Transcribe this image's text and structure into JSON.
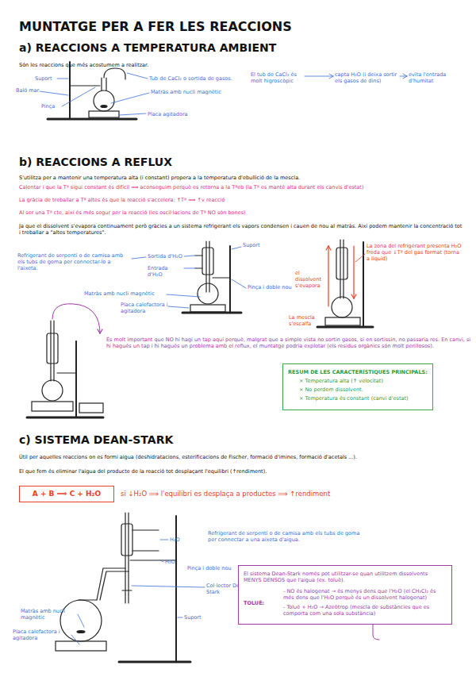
{
  "diagram": {
    "title": "MUNTATGE PER A FER LES REACCIONS",
    "nodes": [
      {
        "text": [
          "RESUM DE LES CARACTERÍSTIQUES PRINCIPALS:",
          "× Temperatura alta (↑ velocitat)",
          "× No perdem dissolvent.",
          "× Temperatura és constant (canvi d'estat)"
        ]
      },
      {
        "text": [
          "A + B ⟹ C + H₂O"
        ]
      },
      {
        "text": [
          "El sistema Dean-Stark només pot utilitzar-se quan utilitzem dissolvents MENYS DENSOS que l'aigua (ex. toluè).",
          "TOLUÈ:",
          "- NO és halogenat → és menys dens que l'H₂O (el CH₂Cl₂ és més dens que l'H₂O perquè és un dissolvent halogenat)",
          "- Toluè + H₂O → Azeòtrop (mescla de substàncies que es comporta com una sola substància)"
        ]
      }
    ],
    "labels": [
      "a) REACCIONS A TEMPERATURA AMBIENT",
      "Són les reaccions que més acostumem a realitzar.",
      "Suport",
      "Baló mar",
      "Pinça",
      "Tub de CaCl₂ o sortida de gasos.",
      "Matràs amb nucli magnètic",
      "Placa agitadora",
      "El tub de CaCl₂ és molt higroscòpic",
      "capta H₂O (i deixa sortir els gasos de dins)",
      "evita l'entrada d'humitat",
      "b) REACCIONS A REFLUX",
      "S'utilitza per a mantenir una temperatura alta (i constant) propera a la temperatura d'ebullició de la mescla.",
      "Calentar i que la Tª sigui constant és difícil ⟹ aconseguim perquè es retorna a la Tªeb (la Tª es manté alta durant els canvis d'estat)",
      "La gràcia de treballar a Tª altes és que la reacció s'accelera: ↑Tª ⟹ ↑v reacció",
      "Al ser una Tª cte, així és més segur per la reacció (les oscil·lacions de Tª NO són bones)",
      "Ja que el dissolvent s'evapora continuament però gràcies a un sistema refrigerant els vapors condensen i cauen de nou al matràs. Així podem mantenir la concentració tot i treballar a \"altes temperatures\".",
      "Refrigerant de serpentí o de camisa amb els tubs de goma per connectar-lo a l'aixeta.",
      "Sortida d'H₂O",
      "Entrada d'H₂O",
      "Suport",
      "Pinça i doble nou",
      "Matràs amb nucli magnètic",
      "Placa calefactora i agitadora",
      "La zona del refrigerant presenta H₂O freda que ↓Tª del gas format (torna a líquid)",
      "el dissolvent s'evapora",
      "La mescla s'escalfa",
      "És molt important que NO hi hagi un tap aquí perquè, malgrat que a simple vista no sortin gasos, si en sortissin, no passaria res. En canvi, si hi hagués un tap i hi hagués un problema amb el reflux, el muntatge podria explotar (els residus orgànics són molt perillosos).",
      "c) SISTEMA DEAN-STARK",
      "Útil per aquelles reaccions on es formi aigua (deshidratacions, esterificacions de Fischer, formació d'imines, formació d'acetals ...).",
      "El que fem és eliminar l'aigua del producte de la reacció tot desplaçant l'equilibri (↑rendiment).",
      "si ↓H₂O ⟹ l'equilibri es desplaça a productes ⟹ ↑rendiment",
      "H₂O",
      "Refrigerant de serpentí o de camisa amb els tubs de goma per connectar a una aixeta d'aigua.",
      "H₂O",
      "Pinça i doble nou",
      "Col·lector Dean-Stark",
      "Matràs amb nucli magnètic",
      "Placa calefactora i agitadora",
      "Suport"
    ]
  }
}
